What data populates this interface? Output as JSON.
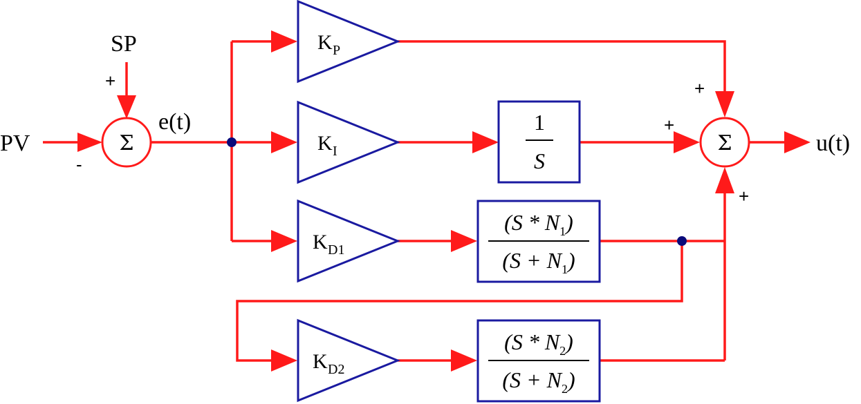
{
  "inputs": {
    "pv": "PV",
    "sp": "SP"
  },
  "outputs": {
    "u": "u(t)"
  },
  "signals": {
    "error": "e(t)"
  },
  "sum_symbol": "Σ",
  "signs": {
    "sp": "+",
    "pv": "-",
    "kp": "+",
    "ki": "+",
    "kd": "+"
  },
  "gains": {
    "kp": {
      "main": "K",
      "sub": "P"
    },
    "ki": {
      "main": "K",
      "sub": "I"
    },
    "kd1": {
      "main": "K",
      "sub": "D1"
    },
    "kd2": {
      "main": "K",
      "sub": "D2"
    }
  },
  "integrator": {
    "num": "1",
    "den": "S"
  },
  "filter1": {
    "num_open": "(S * N",
    "num_sub": "1",
    "num_close": ")",
    "den_open": "(S + N",
    "den_sub": "1",
    "den_close": ")"
  },
  "filter2": {
    "num_open": "(S * N",
    "num_sub": "2",
    "num_close": ")",
    "den_open": "(S + N",
    "den_sub": "2",
    "den_close": ")"
  },
  "colors": {
    "wire": "#ff1a1a",
    "block": "#1a1aa0",
    "junction": "#0a0a7a"
  }
}
